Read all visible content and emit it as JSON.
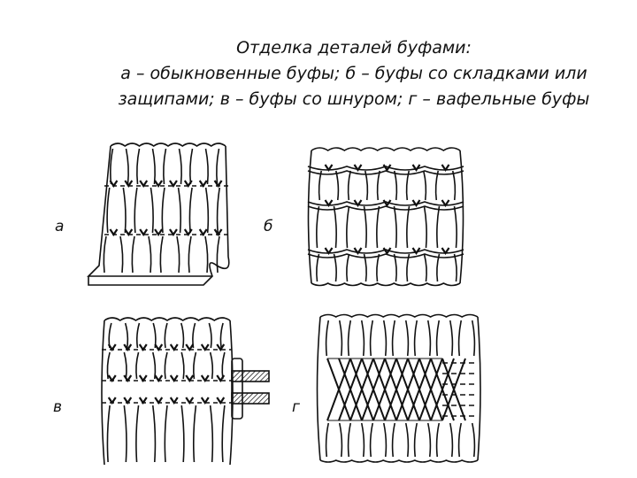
{
  "title": {
    "line1": "Отделка деталей буфами:",
    "line2": "а – обыкновенные буфы; б – буфы со складками или",
    "line3": "защипами; в – буфы со шнуром; г – вафельные буфы"
  },
  "panels": {
    "a": {
      "label": "а"
    },
    "b": {
      "label": "б"
    },
    "v": {
      "label": "в"
    },
    "g": {
      "label": "г"
    }
  }
}
